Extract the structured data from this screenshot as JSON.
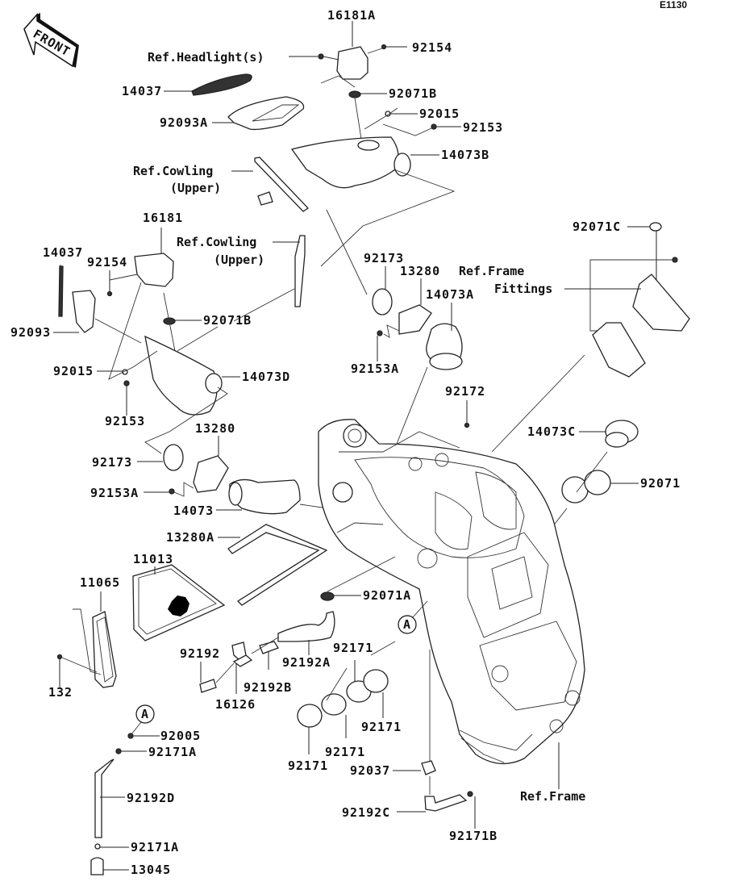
{
  "diagram": {
    "code": "E1130",
    "front_label": "FRONT",
    "circle_ref": "A",
    "labels": {
      "p16181A": "16181A",
      "ref_headlight": "Ref.Headlight(s)",
      "p92154_top": "92154",
      "p14037_top": "14037",
      "p92071B_top": "92071B",
      "p92093A": "92093A",
      "p92015_top": "92015",
      "p92153_top": "92153",
      "ref_cowling_top_1": "Ref.Cowling",
      "ref_cowling_top_2": "(Upper)",
      "p14073B": "14073B",
      "p16181": "16181",
      "ref_cowling_mid_1": "Ref.Cowling",
      "ref_cowling_mid_2": "(Upper)",
      "p92071C": "92071C",
      "p14037_left": "14037",
      "p92154_left": "92154",
      "p92173_top": "92173",
      "p13280_top": "13280",
      "ref_frame_fittings_1": "Ref.Frame",
      "ref_frame_fittings_2": "Fittings",
      "p14073A": "14073A",
      "p92093": "92093",
      "p92071B_mid": "92071B",
      "p92153A_top": "92153A",
      "p92015_left": "92015",
      "p14073D": "14073D",
      "p92172": "92172",
      "p92153_left": "92153",
      "p13280_mid": "13280",
      "p14073C": "14073C",
      "p92173_mid": "92173",
      "p92071": "92071",
      "p92153A_mid": "92153A",
      "p14073": "14073",
      "p13280A": "13280A",
      "p11013": "11013",
      "p11065": "11065",
      "p92071A": "92071A",
      "p92171_a": "92171",
      "p92192": "92192",
      "p92192A": "92192A",
      "p92192B": "92192B",
      "p16126": "16126",
      "p132": "132",
      "p92171_b": "92171",
      "p92171_c": "92171",
      "p92171_d": "92171",
      "p92005": "92005",
      "p92171A_top": "92171A",
      "p92037": "92037",
      "ref_frame": "Ref.Frame",
      "p92192D": "92192D",
      "p92192C": "92192C",
      "p92171B": "92171B",
      "p92171A_bottom": "92171A",
      "p13045": "13045"
    }
  }
}
